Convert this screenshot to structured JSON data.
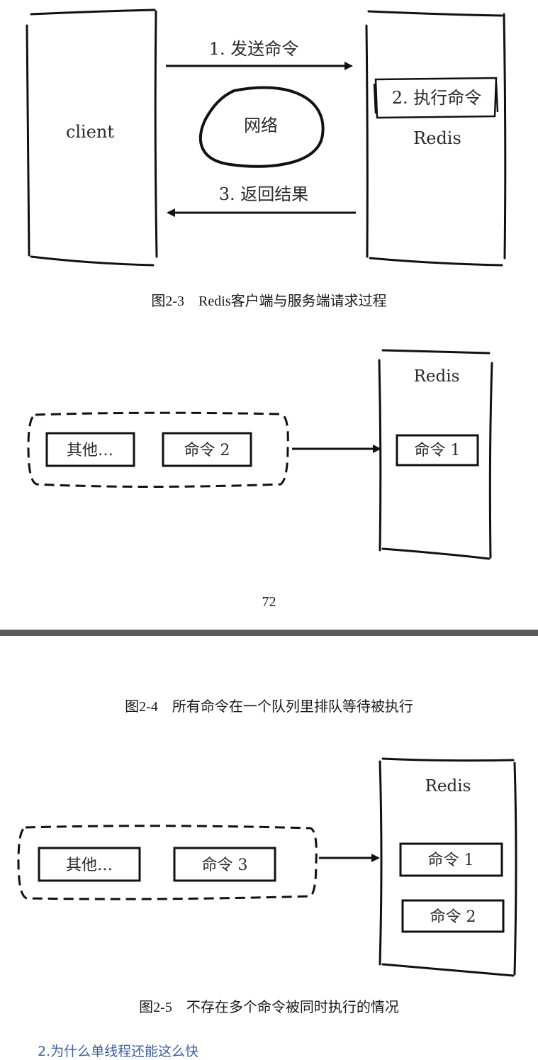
{
  "figure_2_3": {
    "client_label": "client",
    "send_label": "1. 发送命令",
    "network_label": "网络",
    "execute_label": "2. 执行命令",
    "redis_label": "Redis",
    "return_label": "3. 返回结果",
    "caption": "图2-3　Redis客户端与服务端请求过程"
  },
  "figure_2_4": {
    "queue_items": [
      "其他…",
      "命令 2"
    ],
    "redis_label": "Redis",
    "executing_item": "命令 1",
    "caption": "图2-4　所有命令在一个队列里排队等待被执行"
  },
  "page_number": "72",
  "figure_2_5": {
    "queue_items": [
      "其他…",
      "命令 3"
    ],
    "redis_label": "Redis",
    "executing_items": [
      "命令 1",
      "命令 2"
    ],
    "caption": "图2-5　不存在多个命令被同时执行的情况"
  },
  "section_heading": "2.为什么单线程还能这么快"
}
